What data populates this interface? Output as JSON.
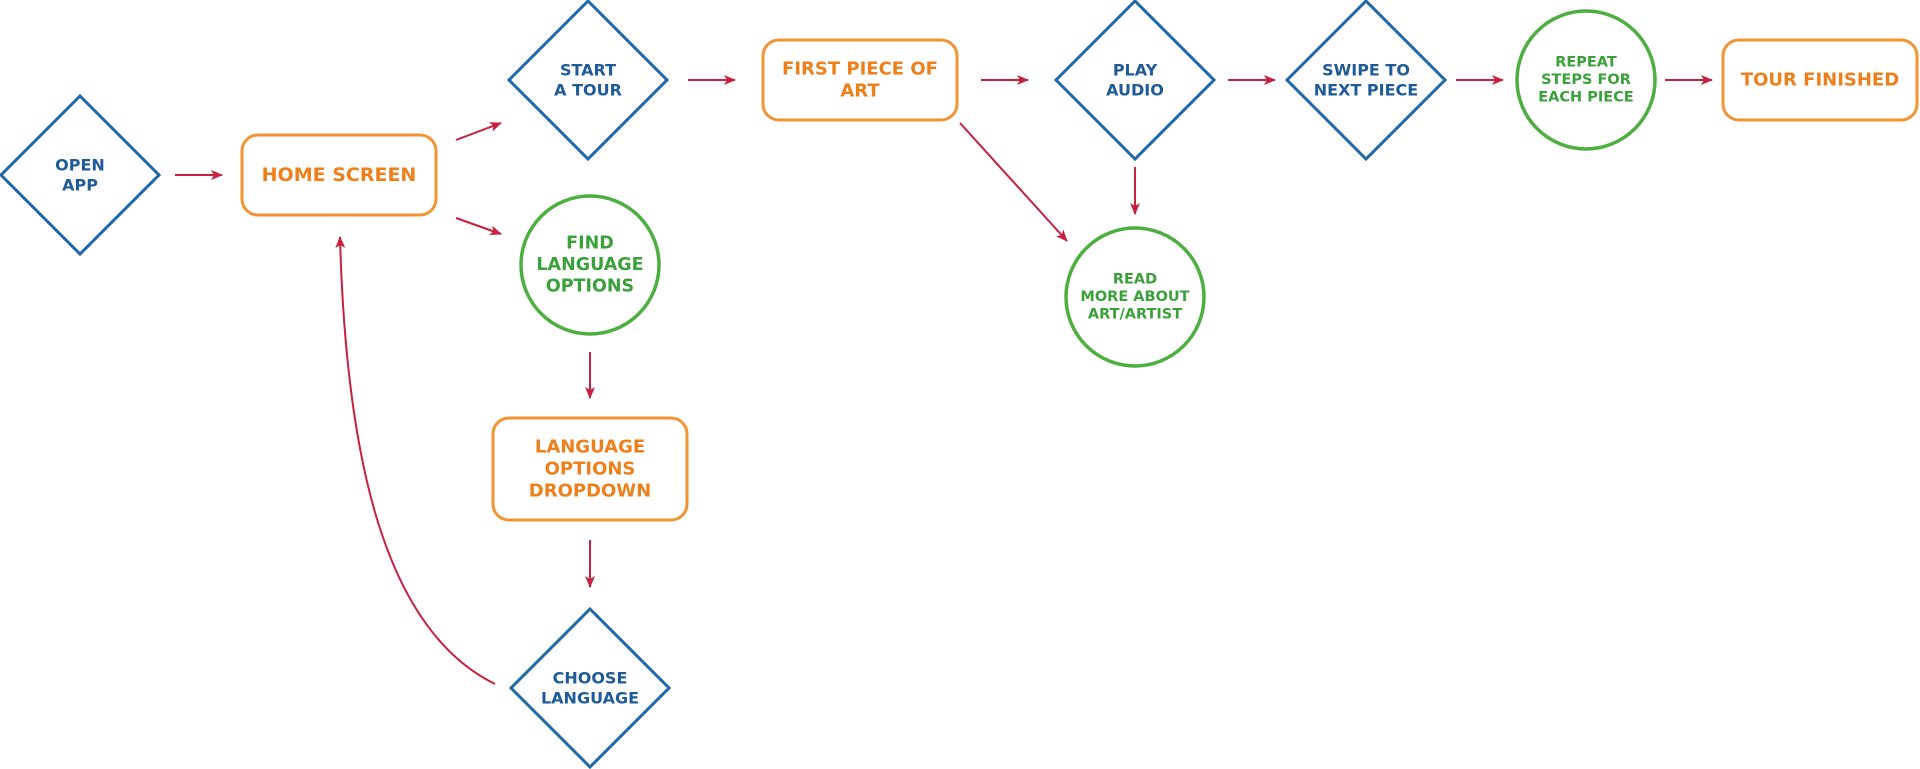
{
  "colors": {
    "decision": "#1f69a8",
    "decision_text": "#1f5a99",
    "screen": "#f39433",
    "screen_text": "#ef7f1a",
    "info": "#4caf3f",
    "info_text": "#3aa13a",
    "arrow": "#c8203f"
  },
  "shapes": {
    "decision": "diamond",
    "screen": "rounded-rectangle",
    "info": "circle"
  },
  "nodes": {
    "open_app": {
      "kind": "decision",
      "lines": [
        "OPEN",
        "APP"
      ]
    },
    "home_screen": {
      "kind": "screen",
      "lines": [
        "HOME SCREEN"
      ]
    },
    "start_a_tour": {
      "kind": "decision",
      "lines": [
        "START",
        "A TOUR"
      ]
    },
    "find_language_options": {
      "kind": "info",
      "lines": [
        "FIND",
        "LANGUAGE",
        "OPTIONS"
      ]
    },
    "language_options_dropdown": {
      "kind": "screen",
      "lines": [
        "LANGUAGE",
        "OPTIONS",
        "DROPDOWN"
      ]
    },
    "choose_language": {
      "kind": "decision",
      "lines": [
        "CHOOSE",
        "LANGUAGE"
      ]
    },
    "first_piece_of_art": {
      "kind": "screen",
      "lines": [
        "FIRST PIECE OF",
        "ART"
      ]
    },
    "play_audio": {
      "kind": "decision",
      "lines": [
        "PLAY",
        "AUDIO"
      ]
    },
    "read_more": {
      "kind": "info",
      "lines": [
        "READ",
        "MORE ABOUT",
        "ART/ARTIST"
      ]
    },
    "swipe_next": {
      "kind": "decision",
      "lines": [
        "SWIPE TO",
        "NEXT PIECE"
      ]
    },
    "repeat_steps": {
      "kind": "info",
      "lines": [
        "REPEAT",
        "STEPS FOR",
        "EACH PIECE"
      ]
    },
    "tour_finished": {
      "kind": "screen",
      "lines": [
        "TOUR FINISHED"
      ]
    }
  },
  "edges": [
    {
      "from": "open_app",
      "to": "home_screen"
    },
    {
      "from": "home_screen",
      "to": "start_a_tour"
    },
    {
      "from": "home_screen",
      "to": "find_language_options"
    },
    {
      "from": "find_language_options",
      "to": "language_options_dropdown"
    },
    {
      "from": "language_options_dropdown",
      "to": "choose_language"
    },
    {
      "from": "choose_language",
      "to": "home_screen"
    },
    {
      "from": "start_a_tour",
      "to": "first_piece_of_art"
    },
    {
      "from": "first_piece_of_art",
      "to": "play_audio"
    },
    {
      "from": "first_piece_of_art",
      "to": "read_more"
    },
    {
      "from": "play_audio",
      "to": "read_more"
    },
    {
      "from": "play_audio",
      "to": "swipe_next"
    },
    {
      "from": "swipe_next",
      "to": "repeat_steps"
    },
    {
      "from": "repeat_steps",
      "to": "tour_finished"
    }
  ]
}
